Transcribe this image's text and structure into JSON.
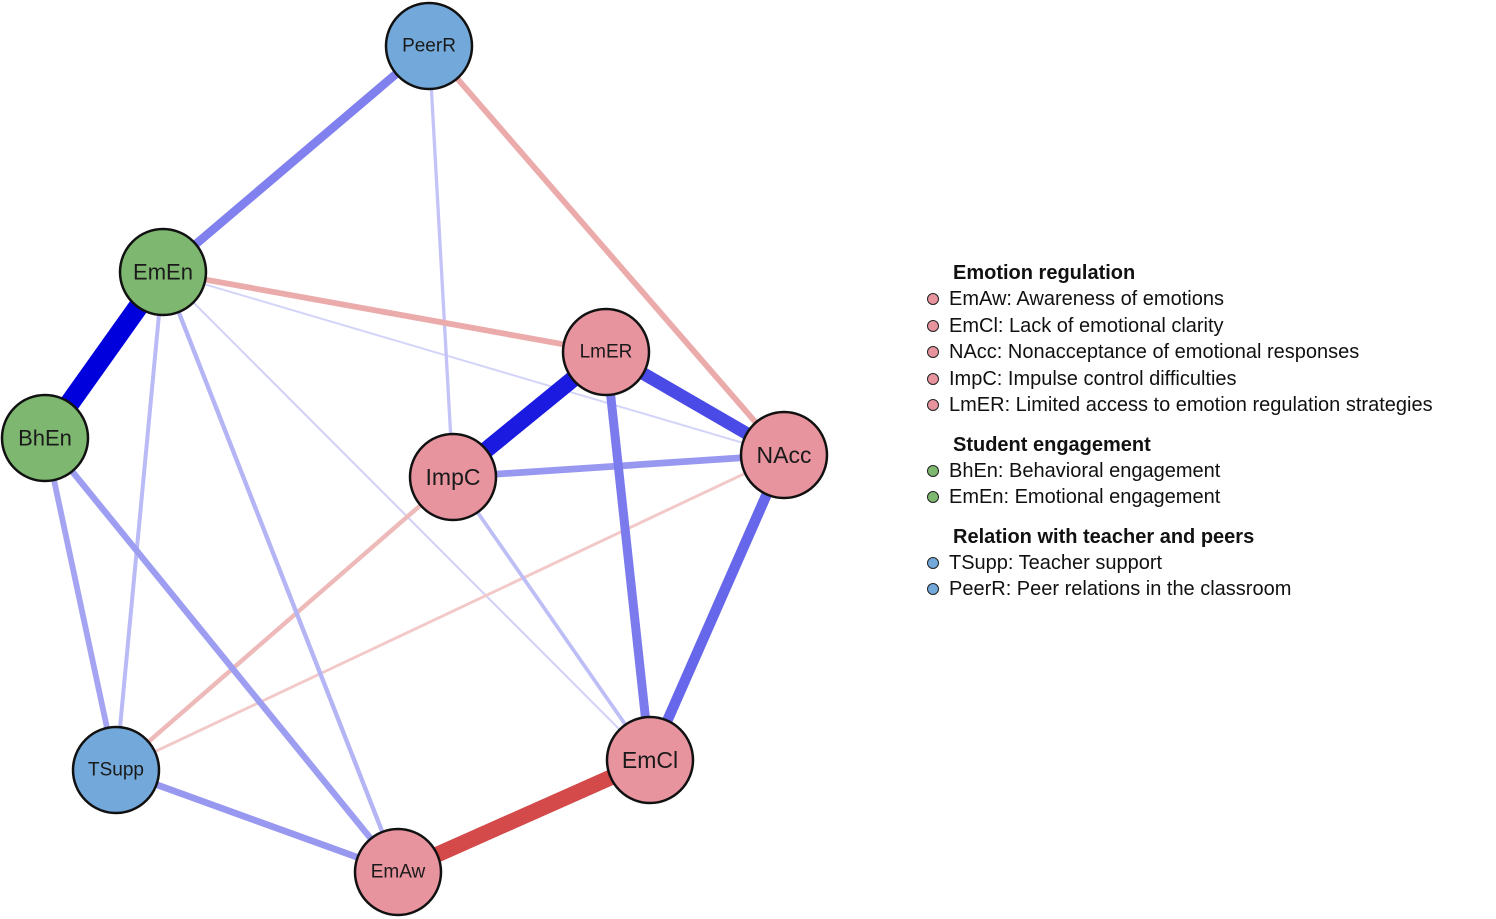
{
  "colors": {
    "emotion_regulation": "#e7949f",
    "student_engagement": "#7eb870",
    "teacher_peers": "#72a8da",
    "positive_edge": "#0000dd",
    "negative_edge": "#d44a4a"
  },
  "nodes": [
    {
      "id": "PeerR",
      "label": "PeerR",
      "group": "teacher_peers"
    },
    {
      "id": "EmEn",
      "label": "EmEn",
      "group": "student_engagement"
    },
    {
      "id": "BhEn",
      "label": "BhEn",
      "group": "student_engagement"
    },
    {
      "id": "LmER",
      "label": "LmER",
      "group": "emotion_regulation"
    },
    {
      "id": "ImpC",
      "label": "ImpC",
      "group": "emotion_regulation"
    },
    {
      "id": "NAcc",
      "label": "NAcc",
      "group": "emotion_regulation"
    },
    {
      "id": "TSupp",
      "label": "TSupp",
      "group": "teacher_peers"
    },
    {
      "id": "EmCl",
      "label": "EmCl",
      "group": "emotion_regulation"
    },
    {
      "id": "EmAw",
      "label": "EmAw",
      "group": "emotion_regulation"
    }
  ],
  "edges": [
    {
      "from": "EmEn",
      "to": "BhEn",
      "sign": "positive",
      "weight": 1.0
    },
    {
      "from": "ImpC",
      "to": "LmER",
      "sign": "positive",
      "weight": 0.82
    },
    {
      "from": "EmCl",
      "to": "EmAw",
      "sign": "negative",
      "weight": 0.78
    },
    {
      "from": "LmER",
      "to": "NAcc",
      "sign": "positive",
      "weight": 0.62
    },
    {
      "from": "NAcc",
      "to": "EmCl",
      "sign": "positive",
      "weight": 0.5
    },
    {
      "from": "LmER",
      "to": "EmCl",
      "sign": "positive",
      "weight": 0.42
    },
    {
      "from": "PeerR",
      "to": "EmEn",
      "sign": "positive",
      "weight": 0.4
    },
    {
      "from": "ImpC",
      "to": "NAcc",
      "sign": "positive",
      "weight": 0.3
    },
    {
      "from": "TSupp",
      "to": "EmAw",
      "sign": "positive",
      "weight": 0.3
    },
    {
      "from": "BhEn",
      "to": "EmAw",
      "sign": "positive",
      "weight": 0.28
    },
    {
      "from": "BhEn",
      "to": "TSupp",
      "sign": "positive",
      "weight": 0.25
    },
    {
      "from": "PeerR",
      "to": "NAcc",
      "sign": "negative",
      "weight": 0.25
    },
    {
      "from": "EmEn",
      "to": "LmER",
      "sign": "negative",
      "weight": 0.25
    },
    {
      "from": "ImpC",
      "to": "TSupp",
      "sign": "negative",
      "weight": 0.18
    },
    {
      "from": "EmEn",
      "to": "EmAw",
      "sign": "positive",
      "weight": 0.18
    },
    {
      "from": "EmEn",
      "to": "TSupp",
      "sign": "positive",
      "weight": 0.16
    },
    {
      "from": "ImpC",
      "to": "EmCl",
      "sign": "positive",
      "weight": 0.14
    },
    {
      "from": "PeerR",
      "to": "ImpC",
      "sign": "positive",
      "weight": 0.12
    },
    {
      "from": "NAcc",
      "to": "TSupp",
      "sign": "negative",
      "weight": 0.1
    },
    {
      "from": "EmEn",
      "to": "EmCl",
      "sign": "positive",
      "weight": 0.06
    },
    {
      "from": "EmEn",
      "to": "NAcc",
      "sign": "positive",
      "weight": 0.05
    }
  ],
  "legend": {
    "groups": [
      {
        "heading": "Emotion regulation",
        "group": "emotion_regulation",
        "items": [
          "EmAw: Awareness of emotions",
          "EmCl: Lack of emotional clarity",
          "NAcc: Nonacceptance of emotional responses",
          "ImpC: Impulse control difficulties",
          "LmER: Limited access to emotion regulation strategies"
        ]
      },
      {
        "heading": "Student engagement",
        "group": "student_engagement",
        "items": [
          "BhEn: Behavioral engagement",
          "EmEn: Emotional engagement"
        ]
      },
      {
        "heading": "Relation with teacher and peers",
        "group": "teacher_peers",
        "items": [
          "TSupp: Teacher support",
          "PeerR: Peer relations in the classroom"
        ]
      }
    ]
  }
}
